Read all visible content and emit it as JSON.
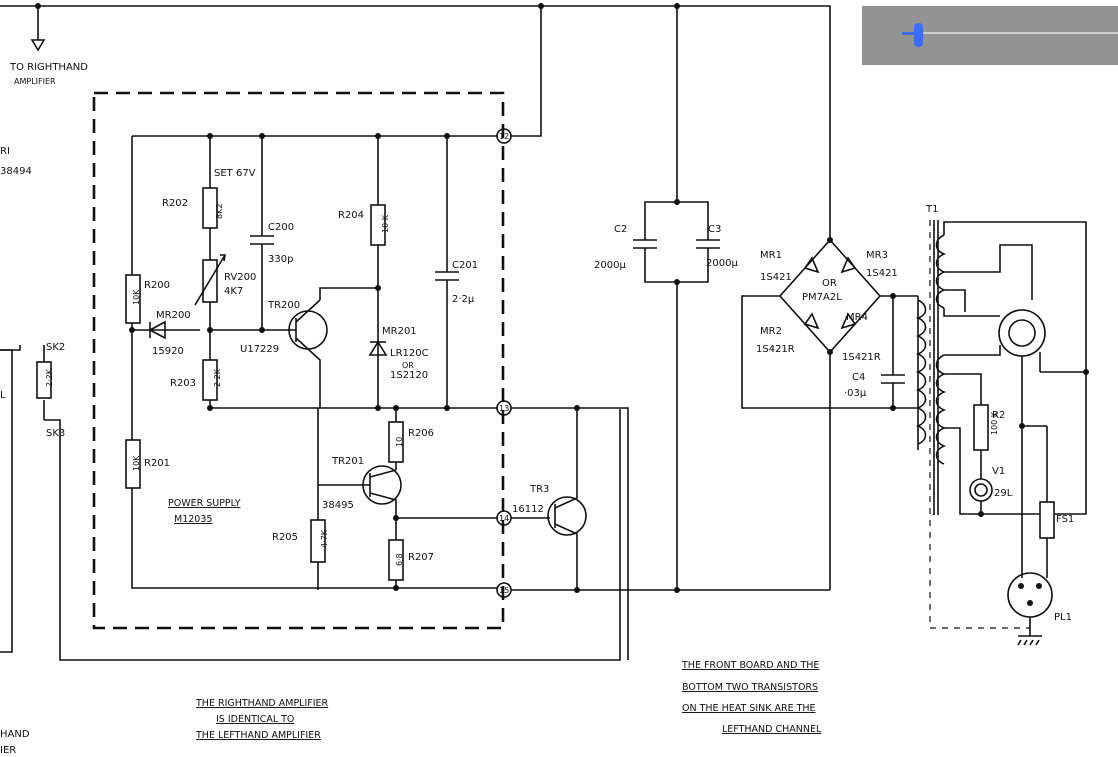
{
  "labels": {
    "to_right": "TO RIGHTHAND",
    "amplifier_top": "AMPLIFIER",
    "ri": "RI",
    "n38494": "38494",
    "r202": "R202",
    "v8k2": "8K2",
    "set67": "SET 67V",
    "c200": "C200",
    "v330": "330p",
    "r204": "R204",
    "v10k_204": "10 K",
    "c201": "C201",
    "v2_2u": "2·2µ",
    "r200": "R200",
    "v10k_200": "10K",
    "rv200": "RV200",
    "v4k7": "4K7",
    "mr200": "MR200",
    "v15920": "15920",
    "tr200": "TR200",
    "vu17229": "U17229",
    "mr201": "MR201",
    "vlr120c": "LR120C",
    "vor": "OR",
    "v1s2120": "1S2120",
    "r203": "R203",
    "v2_2k_203": "2·2K",
    "sk2": "SK2",
    "sk3": "SK3",
    "v2_2k_sk": "2·2K",
    "l": "L",
    "r201": "R201",
    "v10k_201": "10K",
    "r206": "R206",
    "v10_206": "10",
    "tr201": "TR201",
    "v38495": "38495",
    "power_supply": "POWER SUPPLY",
    "m12035": "M12035",
    "r205": "R205",
    "v4_7k": "4·7K",
    "v6_8": "6·8",
    "r207": "R207",
    "tr3": "TR3",
    "v16112": "16112",
    "pin12": "12",
    "pin13": "13",
    "pin14": "14",
    "pin15": "15",
    "c2": "C2",
    "v2000_c2": "2000µ",
    "c3": "C3",
    "v2000_c3": "2000µ",
    "mr1": "MR1",
    "v1s421_mr1": "1S421",
    "mr3": "MR3",
    "v1s421_mr3": "1S421",
    "or_pm": "OR",
    "pm7a2l": "PM7A2L",
    "mr2": "MR2",
    "v1s421r_mr2": "1S421R",
    "mr4": "MR4",
    "v1s421r_mr4": "1S421R",
    "c4": "C4",
    "v03u": "·03µ",
    "t1": "T1",
    "r2": "R2",
    "v100k": "100 K",
    "v1": "V1",
    "v29l": "29L",
    "fs1": "FS1",
    "pl1": "PL1",
    "hand": "HAND",
    "ier": "IER"
  },
  "notes": {
    "right_identical": [
      "THE RIGHTHAND AMPLIFIER",
      "IS IDENTICAL TO",
      "THE LEFTHAND AMPLIFIER"
    ],
    "front_board": [
      "THE FRONT BOARD AND THE",
      "BOTTOM TWO TRANSISTORS",
      "ON THE HEAT SINK ARE THE",
      "LEFTHAND CHANNEL"
    ]
  },
  "scrollbar": {
    "position_fraction": 0.08,
    "accent_color": "#2962ff"
  }
}
